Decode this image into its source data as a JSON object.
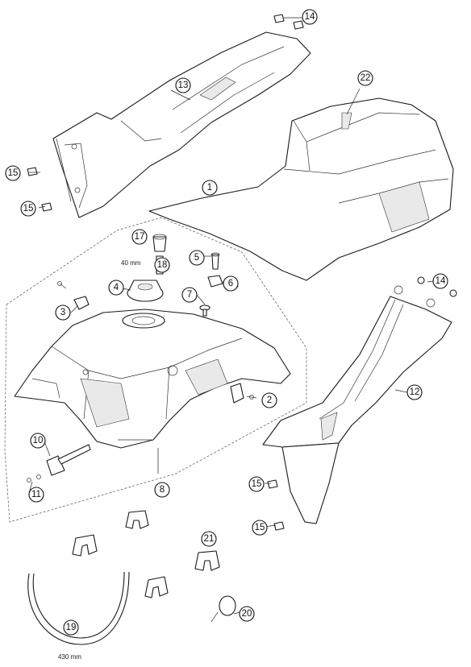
{
  "callouts": [
    {
      "id": "1",
      "label": "1"
    },
    {
      "id": "2",
      "label": "2"
    },
    {
      "id": "3",
      "label": "3"
    },
    {
      "id": "4",
      "label": "4"
    },
    {
      "id": "5",
      "label": "5"
    },
    {
      "id": "6",
      "label": "6"
    },
    {
      "id": "7",
      "label": "7"
    },
    {
      "id": "8",
      "label": "8"
    },
    {
      "id": "10",
      "label": "10"
    },
    {
      "id": "11",
      "label": "11"
    },
    {
      "id": "12",
      "label": "12"
    },
    {
      "id": "13",
      "label": "13"
    },
    {
      "id": "14a",
      "label": "14"
    },
    {
      "id": "14b",
      "label": "14"
    },
    {
      "id": "15a",
      "label": "15"
    },
    {
      "id": "15b",
      "label": "15"
    },
    {
      "id": "15c",
      "label": "15"
    },
    {
      "id": "15d",
      "label": "15"
    },
    {
      "id": "17",
      "label": "17"
    },
    {
      "id": "18",
      "label": "18"
    },
    {
      "id": "19",
      "label": "19"
    },
    {
      "id": "20",
      "label": "20"
    },
    {
      "id": "21",
      "label": "21"
    },
    {
      "id": "22",
      "label": "22"
    }
  ],
  "dimensions": {
    "breather_hose_length": "40 mm",
    "fuel_hose_length": "430 mm"
  }
}
